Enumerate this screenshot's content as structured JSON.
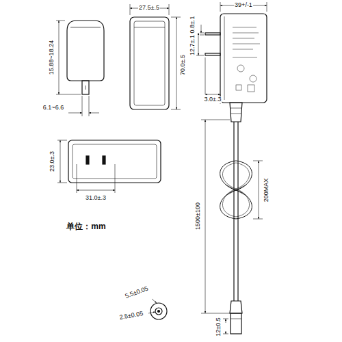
{
  "diagram": {
    "labels": [
      "27.5±.5",
      "39+/-1",
      "0.8±.1",
      "12.7±.1",
      "15.88~18.24",
      "70.0±.5",
      "3.0±.3",
      "6.1~6.6",
      "23.0±.3",
      "31.0±.3",
      "1500±100",
      "200MAX",
      "单位：mm",
      "5.5±0.05",
      "2.5±0.05",
      "12±0.5"
    ]
  }
}
